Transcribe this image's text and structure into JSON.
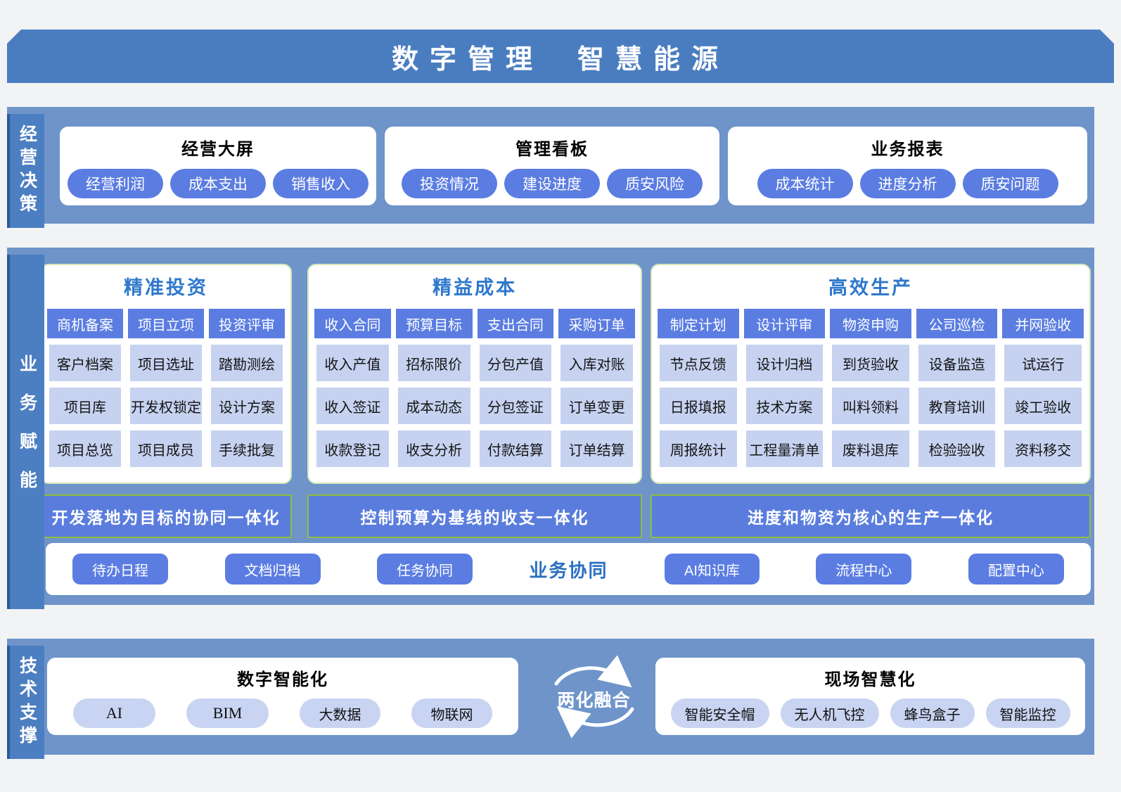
{
  "banner": {
    "title_left": "数字管理",
    "title_right": "智慧能源"
  },
  "decision_section": {
    "label": "经营决策",
    "cards": [
      {
        "title": "经营大屏",
        "pills": [
          "经营利润",
          "成本支出",
          "销售收入"
        ]
      },
      {
        "title": "管理看板",
        "pills": [
          "投资情况",
          "建设进度",
          "质安风险"
        ]
      },
      {
        "title": "业务报表",
        "pills": [
          "成本统计",
          "进度分析",
          "质安问题"
        ]
      }
    ]
  },
  "business_section": {
    "label": "业务赋能",
    "columns": [
      {
        "title": "精准投资",
        "headers": [
          "商机备案",
          "项目立项",
          "投资评审"
        ],
        "rows": [
          [
            "客户档案",
            "项目选址",
            "踏勘测绘"
          ],
          [
            "项目库",
            "开发权锁定",
            "设计方案"
          ],
          [
            "项目总览",
            "项目成员",
            "手续批复"
          ]
        ],
        "strip": "开发落地为目标的协同一体化"
      },
      {
        "title": "精益成本",
        "headers": [
          "收入合同",
          "预算目标",
          "支出合同",
          "采购订单"
        ],
        "rows": [
          [
            "收入产值",
            "招标限价",
            "分包产值",
            "入库对账"
          ],
          [
            "收入签证",
            "成本动态",
            "分包签证",
            "订单变更"
          ],
          [
            "收款登记",
            "收支分析",
            "付款结算",
            "订单结算"
          ]
        ],
        "strip": "控制预算为基线的收支一体化"
      },
      {
        "title": "高效生产",
        "headers": [
          "制定计划",
          "设计评审",
          "物资申购",
          "公司巡检",
          "并网验收"
        ],
        "rows": [
          [
            "节点反馈",
            "设计归档",
            "到货验收",
            "设备监造",
            "试运行"
          ],
          [
            "日报填报",
            "技术方案",
            "叫料领料",
            "教育培训",
            "竣工验收"
          ],
          [
            "周报统计",
            "工程量清单",
            "废料退库",
            "检验验收",
            "资料移交"
          ]
        ],
        "strip": "进度和物资为核心的生产一体化"
      }
    ],
    "collab": {
      "left_pills": [
        "待办日程",
        "文档归档",
        "任务协同"
      ],
      "label": "业务协同",
      "right_pills": [
        "AI知识库",
        "流程中心",
        "配置中心"
      ]
    }
  },
  "tech_section": {
    "label": "技术支撑",
    "left_card": {
      "title": "数字智能化",
      "pills": [
        "AI",
        "BIM",
        "大数据",
        "物联网"
      ]
    },
    "fusion_label": "两化融合",
    "right_card": {
      "title": "现场智慧化",
      "pills": [
        "智能安全帽",
        "无人机飞控",
        "蜂鸟盒子",
        "智能监控"
      ]
    }
  },
  "colors": {
    "page_bg": "#f2f3f5",
    "banner_blue": "#4a7dc0",
    "section_bg": "#6e94ca",
    "label_bar": "#4c7ec2",
    "label_edge": "#2c5a98",
    "pill_blue": "#5b7de2",
    "light_cell": "#c6d2f0",
    "column_title_blue": "#2e78cc",
    "strip_border_green": "#8fbe3f",
    "collab_label_blue": "#2b6fc2"
  }
}
